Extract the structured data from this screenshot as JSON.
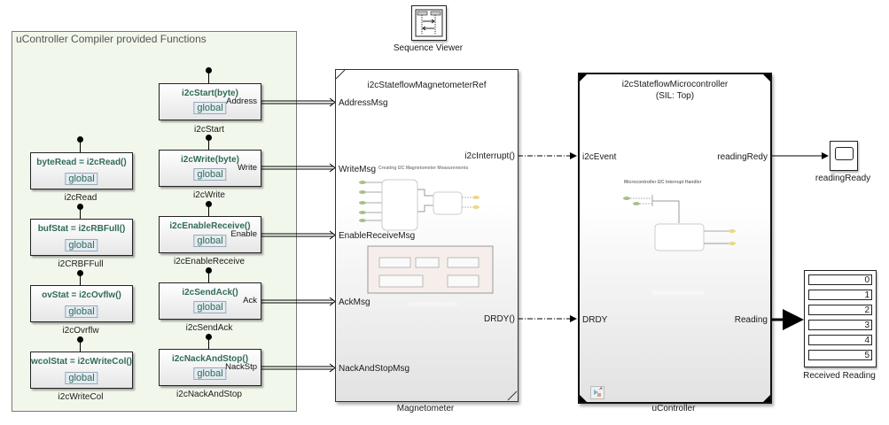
{
  "area": {
    "title": "uController Compiler provided Functions"
  },
  "functions_left": [
    {
      "signature": "byteRead = i2cRead()",
      "scope": "global",
      "name": "i2cRead"
    },
    {
      "signature": "bufStat = i2cRBFull()",
      "scope": "global",
      "name": "i2CRBFFull"
    },
    {
      "signature": "ovStat = i2cOvflw()",
      "scope": "global",
      "name": "i2cOvrflw"
    },
    {
      "signature": "wcolStat = i2cWriteCol()",
      "scope": "global",
      "name": "i2cWriteCol"
    }
  ],
  "functions_right": [
    {
      "signature": "i2cStart(byte)",
      "scope": "global",
      "port": "Address",
      "name": "i2cStart"
    },
    {
      "signature": "i2cWrite(byte)",
      "scope": "global",
      "port": "Write",
      "name": "i2cWrite"
    },
    {
      "signature": "i2cEnableReceive()",
      "scope": "global",
      "port": "Enable",
      "name": "i2cEnableReceive"
    },
    {
      "signature": "i2cSendAck()",
      "scope": "global",
      "port": "Ack",
      "name": "i2cSendAck"
    },
    {
      "signature": "i2cNackAndStop()",
      "scope": "global",
      "port": "NackStp",
      "name": "i2cNackAndStop"
    }
  ],
  "sequence_viewer": {
    "label": "Sequence Viewer"
  },
  "magnetometer": {
    "ref_name": "i2cStateflowMagnetometerRef",
    "label": "Magnetometer",
    "inputs": [
      "AddressMsg",
      "WriteMsg",
      "EnableReceiveMsg",
      "AckMsg",
      "NackAndStopMsg"
    ],
    "outputs": [
      "i2cInterrupt()",
      "DRDY()"
    ],
    "thumbnail_title": "Creating I2C Magnetometer Measurements"
  },
  "ucontroller": {
    "ref_name": "i2cStateflowMicrocontroller",
    "mode": "(SIL: Top)",
    "label": "uController",
    "inputs": [
      "i2cEvent",
      "DRDY"
    ],
    "outputs": [
      "readingRedy",
      "Reading"
    ],
    "thumbnail_title": "Microcontroller I2C Interrupt Handler"
  },
  "scope": {
    "label": "readingReady"
  },
  "display": {
    "label": "Received Reading",
    "values": [
      "0",
      "1",
      "2",
      "3",
      "4",
      "5"
    ]
  }
}
